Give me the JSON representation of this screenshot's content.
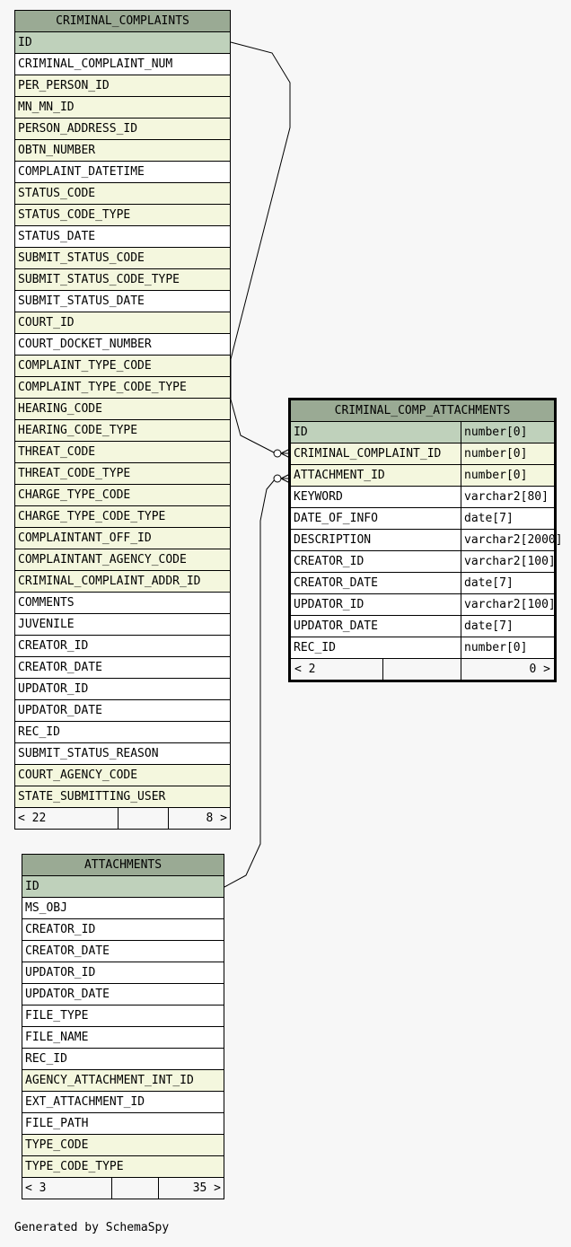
{
  "tables": [
    {
      "name": "CRIMINAL_COMPLAINTS",
      "columns": [
        {
          "name": "ID",
          "kind": "pk"
        },
        {
          "name": "CRIMINAL_COMPLAINT_NUM",
          "kind": "plain"
        },
        {
          "name": "PER_PERSON_ID",
          "kind": "fk"
        },
        {
          "name": "MN_MN_ID",
          "kind": "fk"
        },
        {
          "name": "PERSON_ADDRESS_ID",
          "kind": "fk"
        },
        {
          "name": "OBTN_NUMBER",
          "kind": "fk"
        },
        {
          "name": "COMPLAINT_DATETIME",
          "kind": "plain"
        },
        {
          "name": "STATUS_CODE",
          "kind": "fk"
        },
        {
          "name": "STATUS_CODE_TYPE",
          "kind": "fk"
        },
        {
          "name": "STATUS_DATE",
          "kind": "plain"
        },
        {
          "name": "SUBMIT_STATUS_CODE",
          "kind": "fk"
        },
        {
          "name": "SUBMIT_STATUS_CODE_TYPE",
          "kind": "fk"
        },
        {
          "name": "SUBMIT_STATUS_DATE",
          "kind": "plain"
        },
        {
          "name": "COURT_ID",
          "kind": "fk"
        },
        {
          "name": "COURT_DOCKET_NUMBER",
          "kind": "plain"
        },
        {
          "name": "COMPLAINT_TYPE_CODE",
          "kind": "fk"
        },
        {
          "name": "COMPLAINT_TYPE_CODE_TYPE",
          "kind": "fk"
        },
        {
          "name": "HEARING_CODE",
          "kind": "fk"
        },
        {
          "name": "HEARING_CODE_TYPE",
          "kind": "fk"
        },
        {
          "name": "THREAT_CODE",
          "kind": "fk"
        },
        {
          "name": "THREAT_CODE_TYPE",
          "kind": "fk"
        },
        {
          "name": "CHARGE_TYPE_CODE",
          "kind": "fk"
        },
        {
          "name": "CHARGE_TYPE_CODE_TYPE",
          "kind": "fk"
        },
        {
          "name": "COMPLAINTANT_OFF_ID",
          "kind": "fk"
        },
        {
          "name": "COMPLAINTANT_AGENCY_CODE",
          "kind": "fk"
        },
        {
          "name": "CRIMINAL_COMPLAINT_ADDR_ID",
          "kind": "fk"
        },
        {
          "name": "COMMENTS",
          "kind": "plain"
        },
        {
          "name": "JUVENILE",
          "kind": "plain"
        },
        {
          "name": "CREATOR_ID",
          "kind": "plain"
        },
        {
          "name": "CREATOR_DATE",
          "kind": "plain"
        },
        {
          "name": "UPDATOR_ID",
          "kind": "plain"
        },
        {
          "name": "UPDATOR_DATE",
          "kind": "plain"
        },
        {
          "name": "REC_ID",
          "kind": "plain"
        },
        {
          "name": "SUBMIT_STATUS_REASON",
          "kind": "plain"
        },
        {
          "name": "COURT_AGENCY_CODE",
          "kind": "fk"
        },
        {
          "name": "STATE_SUBMITTING_USER",
          "kind": "fk"
        }
      ],
      "footer": {
        "parents": "< 22",
        "middle": "",
        "children": "8 >"
      }
    },
    {
      "name": "CRIMINAL_COMP_ATTACHMENTS",
      "columns": [
        {
          "name": "ID",
          "type": "number[0]",
          "kind": "pk"
        },
        {
          "name": "CRIMINAL_COMPLAINT_ID",
          "type": "number[0]",
          "kind": "fk"
        },
        {
          "name": "ATTACHMENT_ID",
          "type": "number[0]",
          "kind": "fk"
        },
        {
          "name": "KEYWORD",
          "type": "varchar2[80]",
          "kind": "plain"
        },
        {
          "name": "DATE_OF_INFO",
          "type": "date[7]",
          "kind": "plain"
        },
        {
          "name": "DESCRIPTION",
          "type": "varchar2[2000]",
          "kind": "plain"
        },
        {
          "name": "CREATOR_ID",
          "type": "varchar2[100]",
          "kind": "plain"
        },
        {
          "name": "CREATOR_DATE",
          "type": "date[7]",
          "kind": "plain"
        },
        {
          "name": "UPDATOR_ID",
          "type": "varchar2[100]",
          "kind": "plain"
        },
        {
          "name": "UPDATOR_DATE",
          "type": "date[7]",
          "kind": "plain"
        },
        {
          "name": "REC_ID",
          "type": "number[0]",
          "kind": "plain"
        }
      ],
      "footer": {
        "parents": "< 2",
        "middle": "",
        "children": "0 >"
      }
    },
    {
      "name": "ATTACHMENTS",
      "columns": [
        {
          "name": "ID",
          "kind": "pk"
        },
        {
          "name": "MS_OBJ",
          "kind": "plain"
        },
        {
          "name": "CREATOR_ID",
          "kind": "plain"
        },
        {
          "name": "CREATOR_DATE",
          "kind": "plain"
        },
        {
          "name": "UPDATOR_ID",
          "kind": "plain"
        },
        {
          "name": "UPDATOR_DATE",
          "kind": "plain"
        },
        {
          "name": "FILE_TYPE",
          "kind": "plain"
        },
        {
          "name": "FILE_NAME",
          "kind": "plain"
        },
        {
          "name": "REC_ID",
          "kind": "plain"
        },
        {
          "name": "AGENCY_ATTACHMENT_INT_ID",
          "kind": "fk"
        },
        {
          "name": "EXT_ATTACHMENT_ID",
          "kind": "plain"
        },
        {
          "name": "FILE_PATH",
          "kind": "plain"
        },
        {
          "name": "TYPE_CODE",
          "kind": "fk"
        },
        {
          "name": "TYPE_CODE_TYPE",
          "kind": "fk"
        }
      ],
      "footer": {
        "parents": "< 3",
        "middle": "",
        "children": "35 >"
      }
    }
  ],
  "generated_by": "Generated by SchemaSpy",
  "colors": {
    "title": "#9aaa94",
    "primary_key": "#bfd1bb",
    "foreign_key": "#f4f7de",
    "plain": "#ffffff",
    "background": "#f7f7f7"
  }
}
